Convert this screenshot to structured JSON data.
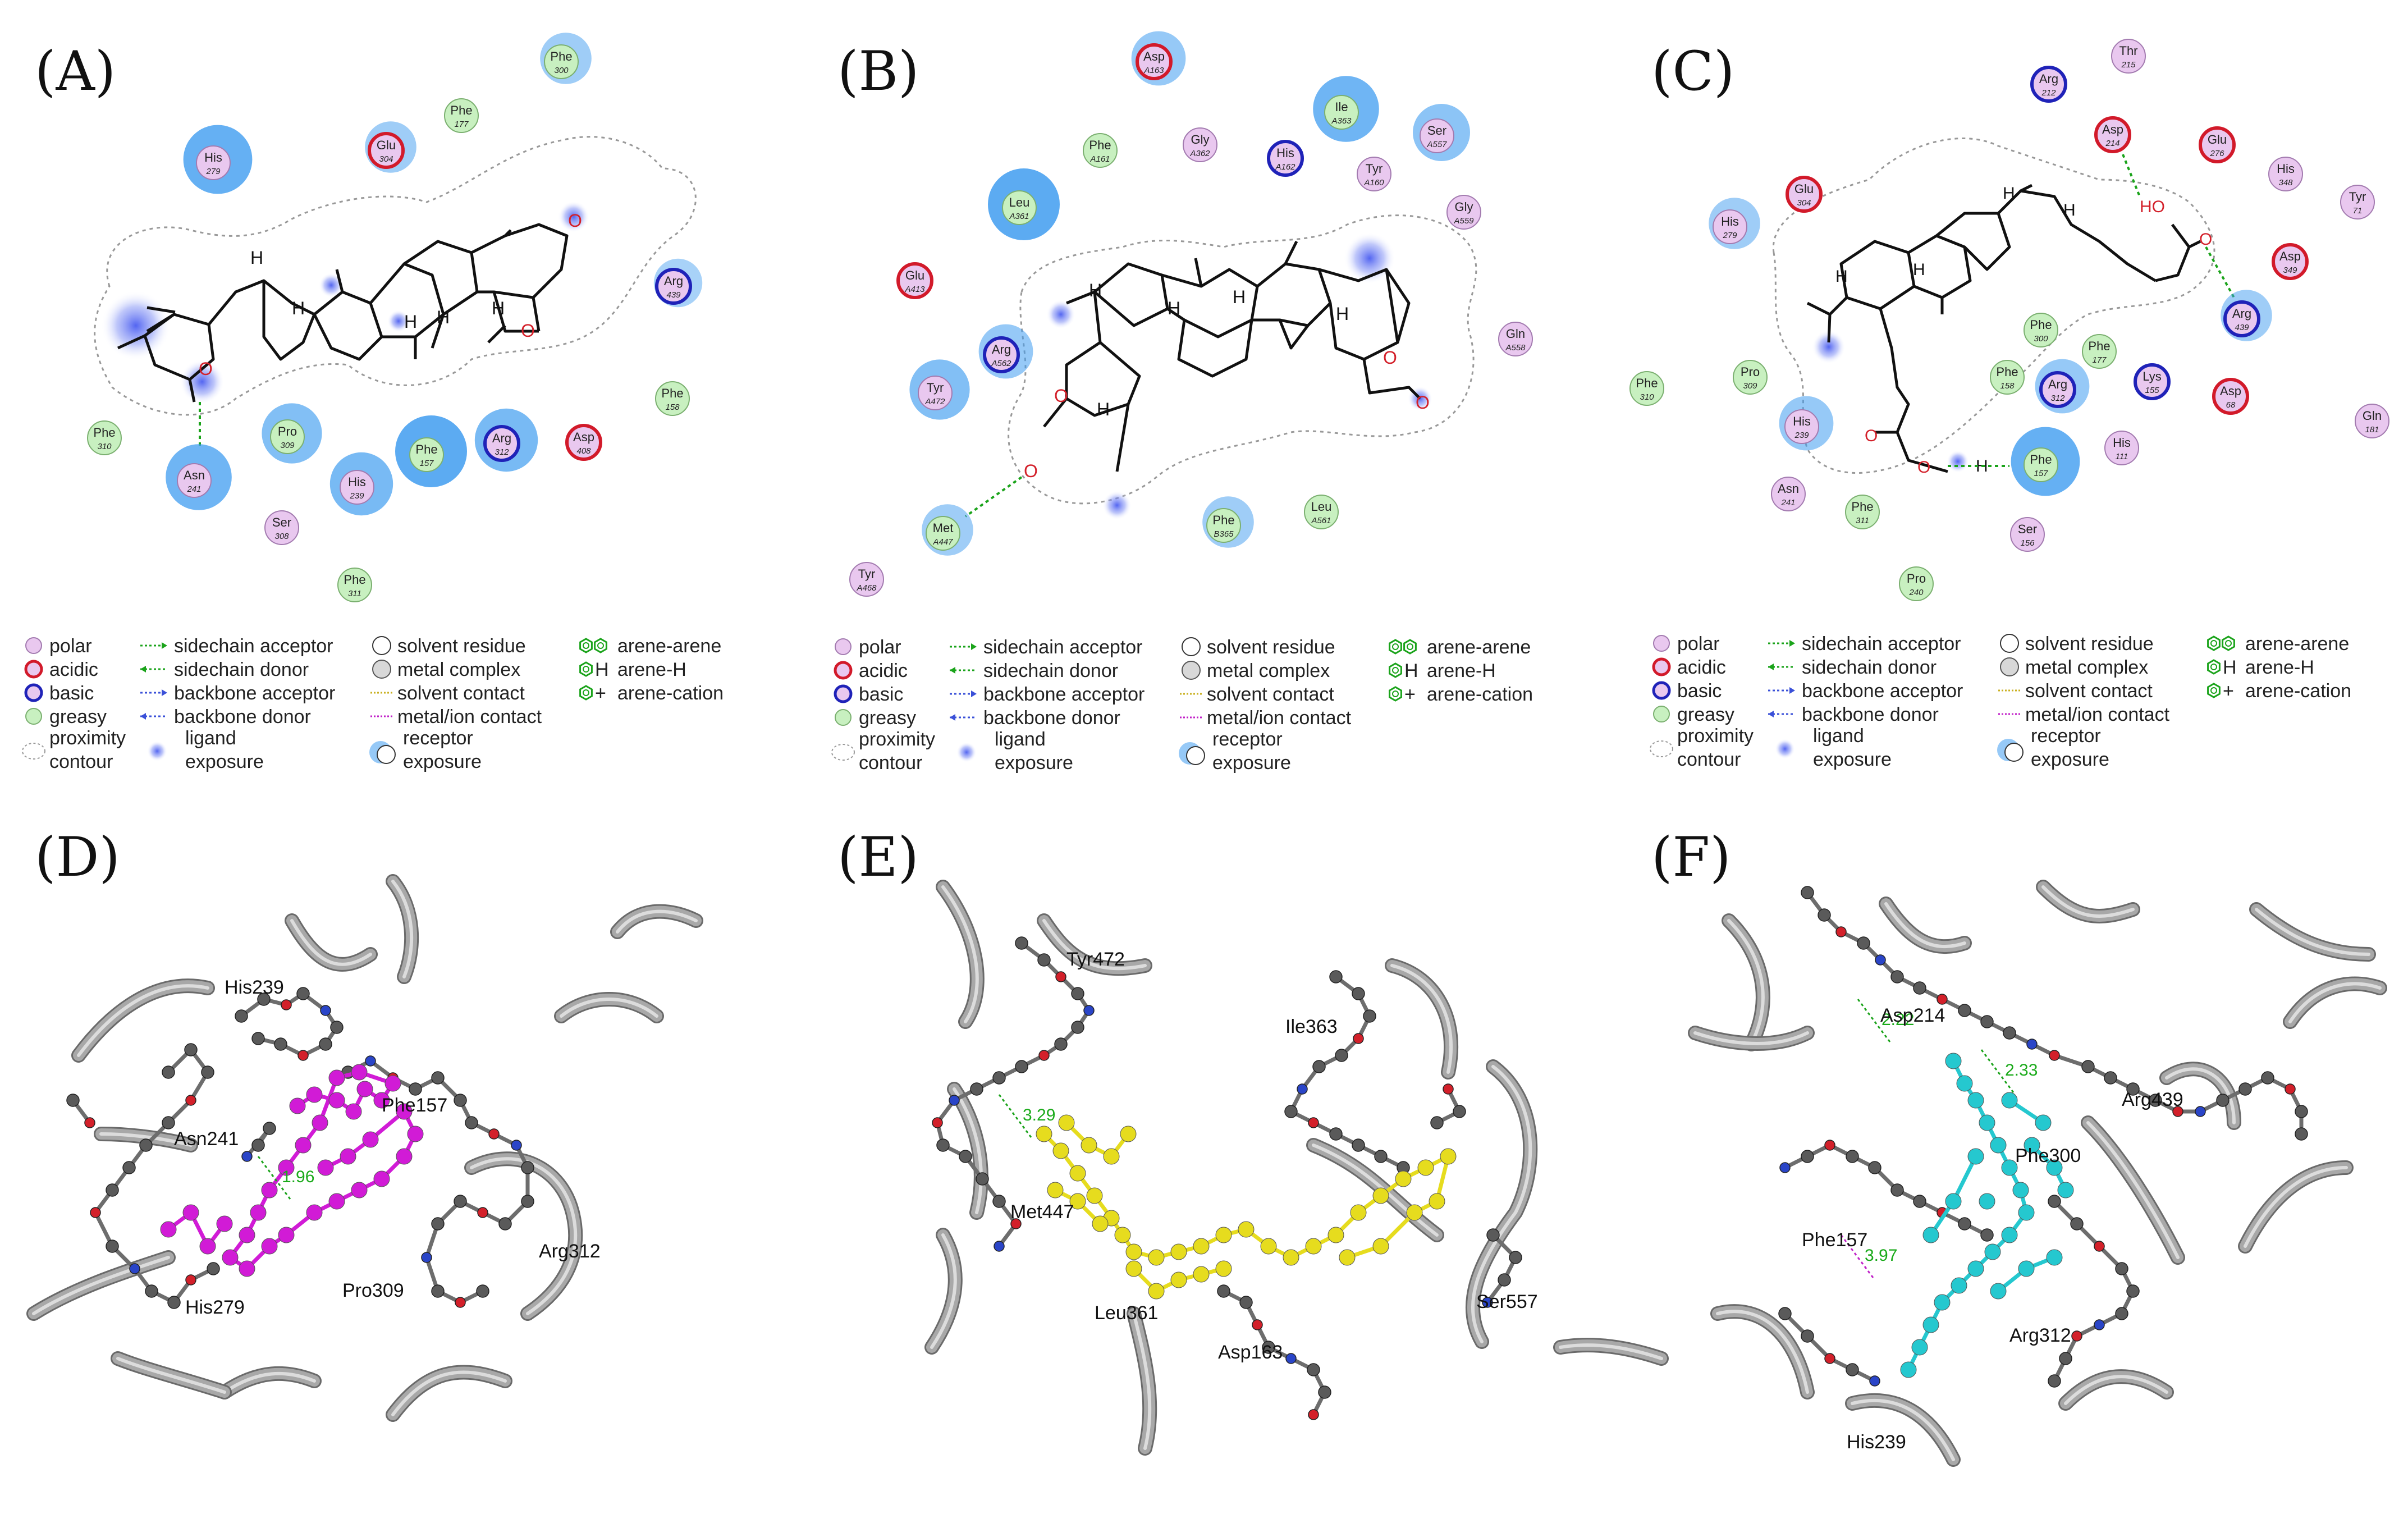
{
  "panels_2d": [
    {
      "letter": "(A)",
      "residues": [
        {
          "name": "Phe",
          "num": "300",
          "type": "greasy",
          "exp": 0.3
        },
        {
          "name": "Phe",
          "num": "177",
          "type": "greasy",
          "exp": 0
        },
        {
          "name": "His",
          "num": "279",
          "type": "polar",
          "exp": 0.9
        },
        {
          "name": "Glu",
          "num": "304",
          "type": "acidic",
          "exp": 0.3
        },
        {
          "name": "Arg",
          "num": "439",
          "type": "basic",
          "exp": 0.2
        },
        {
          "name": "Phe",
          "num": "158",
          "type": "greasy",
          "exp": 0
        },
        {
          "name": "Asp",
          "num": "408",
          "type": "acidic",
          "exp": 0
        },
        {
          "name": "Arg",
          "num": "312",
          "type": "basic",
          "exp": 0.7
        },
        {
          "name": "Phe",
          "num": "157",
          "type": "greasy",
          "exp": 1
        },
        {
          "name": "His",
          "num": "239",
          "type": "polar",
          "exp": 0.7
        },
        {
          "name": "Pro",
          "num": "309",
          "type": "greasy",
          "exp": 0.6
        },
        {
          "name": "Asn",
          "num": "241",
          "type": "polar",
          "exp": 0.8
        },
        {
          "name": "Phe",
          "num": "310",
          "type": "greasy",
          "exp": 0
        },
        {
          "name": "Ser",
          "num": "308",
          "type": "polar",
          "exp": 0
        },
        {
          "name": "Phe",
          "num": "311",
          "type": "greasy",
          "exp": 0
        }
      ]
    },
    {
      "letter": "(B)",
      "residues": [
        {
          "name": "Asp",
          "num": "A163",
          "type": "acidic",
          "exp": 0.4
        },
        {
          "name": "Phe",
          "num": "A161",
          "type": "greasy",
          "exp": 0
        },
        {
          "name": "Gly",
          "num": "A362",
          "type": "polar",
          "exp": 0
        },
        {
          "name": "His",
          "num": "A162",
          "type": "basic",
          "exp": 0
        },
        {
          "name": "Ile",
          "num": "A363",
          "type": "greasy",
          "exp": 0.8
        },
        {
          "name": "Ser",
          "num": "A557",
          "type": "polar",
          "exp": 0.5
        },
        {
          "name": "Tyr",
          "num": "A160",
          "type": "polar",
          "exp": 0
        },
        {
          "name": "Gly",
          "num": "A559",
          "type": "polar",
          "exp": 0
        },
        {
          "name": "Leu",
          "num": "A361",
          "type": "greasy",
          "exp": 1
        },
        {
          "name": "Glu",
          "num": "A413",
          "type": "acidic",
          "exp": 0
        },
        {
          "name": "Arg",
          "num": "A562",
          "type": "basic",
          "exp": 0.4
        },
        {
          "name": "Tyr",
          "num": "A472",
          "type": "polar",
          "exp": 0.6
        },
        {
          "name": "Gln",
          "num": "A558",
          "type": "polar",
          "exp": 0
        },
        {
          "name": "Met",
          "num": "A447",
          "type": "greasy",
          "exp": 0.3
        },
        {
          "name": "Phe",
          "num": "B365",
          "type": "greasy",
          "exp": 0.3
        },
        {
          "name": "Leu",
          "num": "A561",
          "type": "greasy",
          "exp": 0
        },
        {
          "name": "Tyr",
          "num": "A468",
          "type": "polar",
          "exp": 0
        }
      ]
    },
    {
      "letter": "(C)",
      "residues": [
        {
          "name": "Thr",
          "num": "215",
          "type": "polar",
          "exp": 0
        },
        {
          "name": "Arg",
          "num": "212",
          "type": "basic",
          "exp": 0
        },
        {
          "name": "Asp",
          "num": "214",
          "type": "acidic",
          "exp": 0
        },
        {
          "name": "Glu",
          "num": "276",
          "type": "acidic",
          "exp": 0
        },
        {
          "name": "His",
          "num": "348",
          "type": "polar",
          "exp": 0
        },
        {
          "name": "Tyr",
          "num": "71",
          "type": "polar",
          "exp": 0
        },
        {
          "name": "Glu",
          "num": "304",
          "type": "acidic",
          "exp": 0
        },
        {
          "name": "His",
          "num": "279",
          "type": "polar",
          "exp": 0.3
        },
        {
          "name": "Asp",
          "num": "349",
          "type": "acidic",
          "exp": 0
        },
        {
          "name": "Arg",
          "num": "439",
          "type": "basic",
          "exp": 0.3
        },
        {
          "name": "Phe",
          "num": "300",
          "type": "greasy",
          "exp": 0
        },
        {
          "name": "Phe",
          "num": "177",
          "type": "greasy",
          "exp": 0
        },
        {
          "name": "Phe",
          "num": "158",
          "type": "greasy",
          "exp": 0
        },
        {
          "name": "Arg",
          "num": "312",
          "type": "basic",
          "exp": 0.4
        },
        {
          "name": "Lys",
          "num": "155",
          "type": "basic",
          "exp": 0
        },
        {
          "name": "Asp",
          "num": "68",
          "type": "acidic",
          "exp": 0
        },
        {
          "name": "Gln",
          "num": "181",
          "type": "polar",
          "exp": 0
        },
        {
          "name": "Phe",
          "num": "310",
          "type": "greasy",
          "exp": 0
        },
        {
          "name": "Pro",
          "num": "309",
          "type": "greasy",
          "exp": 0
        },
        {
          "name": "His",
          "num": "239",
          "type": "polar",
          "exp": 0.4
        },
        {
          "name": "Phe",
          "num": "157",
          "type": "greasy",
          "exp": 0.9
        },
        {
          "name": "His",
          "num": "111",
          "type": "polar",
          "exp": 0
        },
        {
          "name": "Asn",
          "num": "241",
          "type": "polar",
          "exp": 0
        },
        {
          "name": "Phe",
          "num": "311",
          "type": "greasy",
          "exp": 0
        },
        {
          "name": "Ser",
          "num": "156",
          "type": "polar",
          "exp": 0
        },
        {
          "name": "Pro",
          "num": "240",
          "type": "greasy",
          "exp": 0
        }
      ],
      "atom_labels": {
        "ho": "HO",
        "h": "H"
      }
    }
  ],
  "legend": {
    "polar": "polar",
    "acidic": "acidic",
    "basic": "basic",
    "greasy": "greasy",
    "proximity": "proximity",
    "contour": "contour",
    "sidechain_acceptor": "sidechain acceptor",
    "sidechain_donor": "sidechain donor",
    "backbone_acceptor": "backbone acceptor",
    "backbone_donor": "backbone donor",
    "ligand": "ligand",
    "exposure": "exposure",
    "solvent_residue": "solvent residue",
    "metal_complex": "metal complex",
    "solvent_contact": "solvent contact",
    "metal_ion_contact": "metal/ion contact",
    "receptor": "receptor",
    "arene_arene": "arene-arene",
    "arene_h": "arene-H",
    "arene_cation": "arene-cation"
  },
  "panels_3d": [
    {
      "letter": "(D)",
      "ligand_color": "#d11bd6",
      "labels": [
        "His239",
        "Phe157",
        "Asn241",
        "Arg312",
        "Pro309",
        "His279"
      ],
      "contacts": [
        "1.96"
      ]
    },
    {
      "letter": "(E)",
      "ligand_color": "#e6dc1e",
      "labels": [
        "Tyr472",
        "Ile363",
        "Met447",
        "Leu361",
        "Ser557",
        "Asp163"
      ],
      "contacts": [
        "3.29"
      ]
    },
    {
      "letter": "(F)",
      "ligand_color": "#25c8cf",
      "labels": [
        "Asp214",
        "Arg439",
        "Phe300",
        "Phe157",
        "Arg312",
        "His239"
      ],
      "contacts": [
        "2.22",
        "2.33",
        "3.97"
      ]
    }
  ],
  "colors": {
    "polar_fill": "#e9c8ef",
    "polar_stroke": "#a37bb0",
    "greasy_fill": "#c8f0c0",
    "greasy_stroke": "#7bb070",
    "acidic_stroke": "#d21a2a",
    "basic_stroke": "#1f22b8",
    "exposure": "#3f9cf0",
    "ligand_blob": "#6a7cf2",
    "hbond": "#1aa31a",
    "oxygen": "#d3202a",
    "nitrogen": "#2a45c8",
    "carbon": "#5a5a5a",
    "ribbon": "#a8a8a8"
  }
}
